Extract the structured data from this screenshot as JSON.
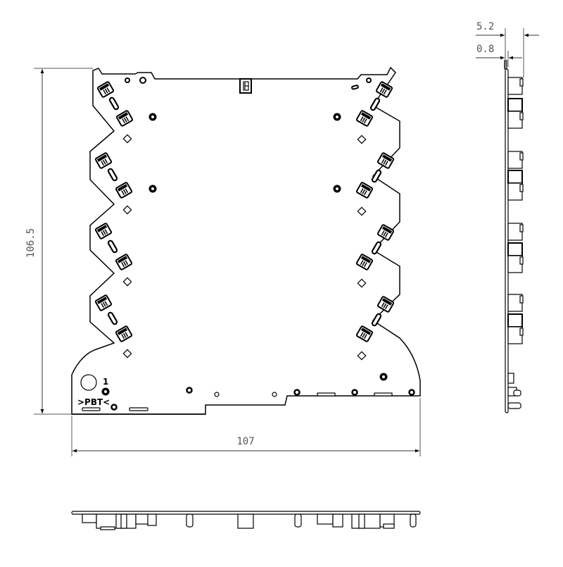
{
  "drawing": {
    "type": "mechanical-drawing",
    "subject": "PCB board outline with three orthographic views",
    "colors": {
      "outline": "#000000",
      "dimension": "#555555",
      "background": "#ffffff"
    },
    "views": [
      "front",
      "side-right",
      "bottom"
    ]
  },
  "dimensions": {
    "height": {
      "value": "106.5",
      "orientation": "vertical",
      "position": "left"
    },
    "width": {
      "value": "107",
      "orientation": "horizontal",
      "position": "bottom"
    },
    "thickness_total": {
      "value": "5.2",
      "view": "side"
    },
    "thickness_board": {
      "value": "0.8",
      "view": "side"
    }
  },
  "markings": {
    "pin1": "1",
    "material": ">PBT<"
  },
  "features": {
    "connector_pairs_per_side": 4,
    "mounting_holes": 4,
    "zigzag_edges": [
      "left",
      "right"
    ]
  }
}
